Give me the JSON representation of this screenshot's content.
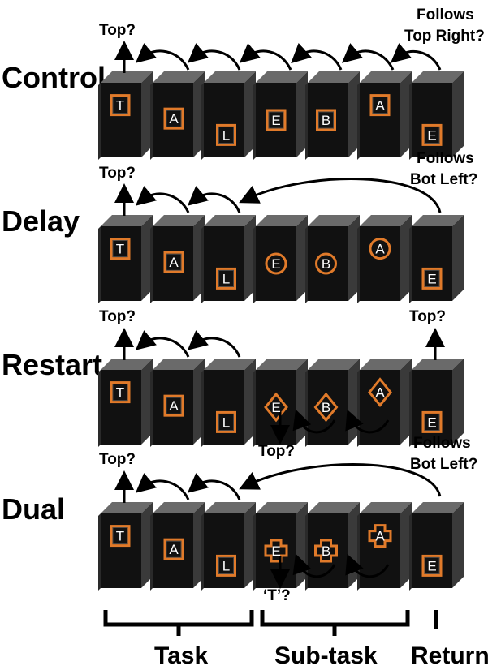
{
  "rows": [
    {
      "name": "Control",
      "shape": "square",
      "letters": [
        "T",
        "A",
        "L",
        "E",
        "B",
        "A",
        "E"
      ],
      "cue_left": "Top?",
      "cue_right_line1": "Follows",
      "cue_right_line2": "Top Right?"
    },
    {
      "name": "Delay",
      "shape": "circle",
      "letters": [
        "T",
        "A",
        "L",
        "E",
        "B",
        "A",
        "E"
      ],
      "cue_left": "Top?",
      "cue_right_line1": "Follows",
      "cue_right_line2": "Bot Left?"
    },
    {
      "name": "Restart",
      "shape": "diamond",
      "letters": [
        "T",
        "A",
        "L",
        "E",
        "B",
        "A",
        "E"
      ],
      "cue_left": "Top?",
      "cue_right": "Top?",
      "cue_below": "Top?"
    },
    {
      "name": "Dual",
      "shape": "cross",
      "letters": [
        "T",
        "A",
        "L",
        "E",
        "B",
        "A",
        "E"
      ],
      "cue_left": "Top?",
      "cue_right_line1": "Follows",
      "cue_right_line2": "Bot Left?",
      "cue_below": "‘T’?"
    }
  ],
  "phases": {
    "task": "Task",
    "subtask": "Sub-task",
    "return": "Return"
  },
  "colors": {
    "card_front": "#111111",
    "card_side": "#3a3a3a",
    "card_top": "#6a6a6a",
    "frame": "#e07a2a",
    "letter": "#ffffff"
  }
}
